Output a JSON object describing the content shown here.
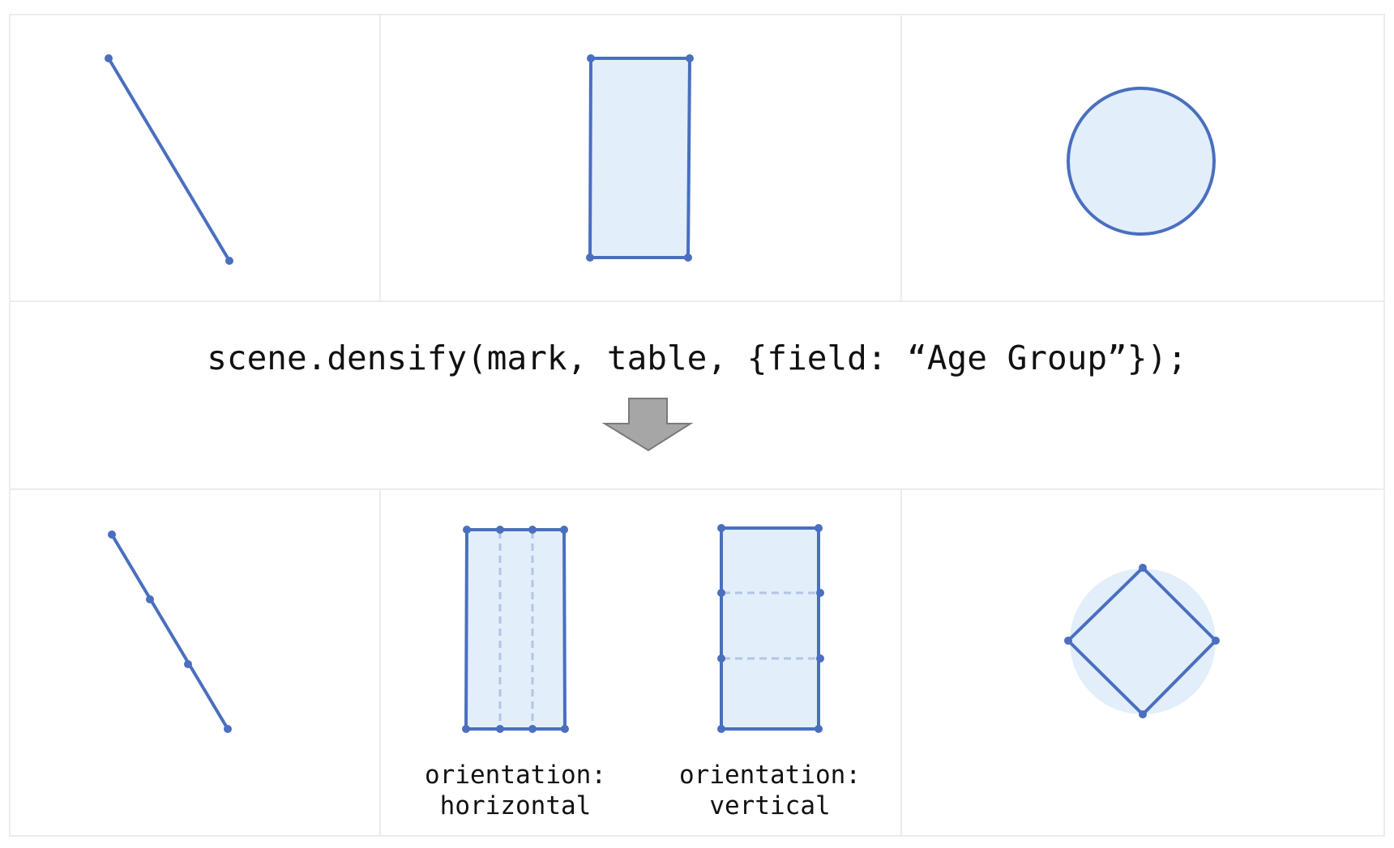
{
  "code": {
    "text": "scene.densify(mark, table, {field: “Age Group”});"
  },
  "labels": {
    "horizontal_line1": "orientation:",
    "horizontal_line2": "horizontal",
    "vertical_line1": "orientation:",
    "vertical_line2": "vertical"
  },
  "colors": {
    "stroke": "#4a6fbf",
    "fill": "#e2eef9",
    "dashed": "#b4c4e6",
    "grid": "#ececec",
    "arrow_fill": "#a6a6a6",
    "arrow_stroke": "#7a7a7a"
  },
  "icons": {
    "arrow": "down-arrow-icon"
  }
}
